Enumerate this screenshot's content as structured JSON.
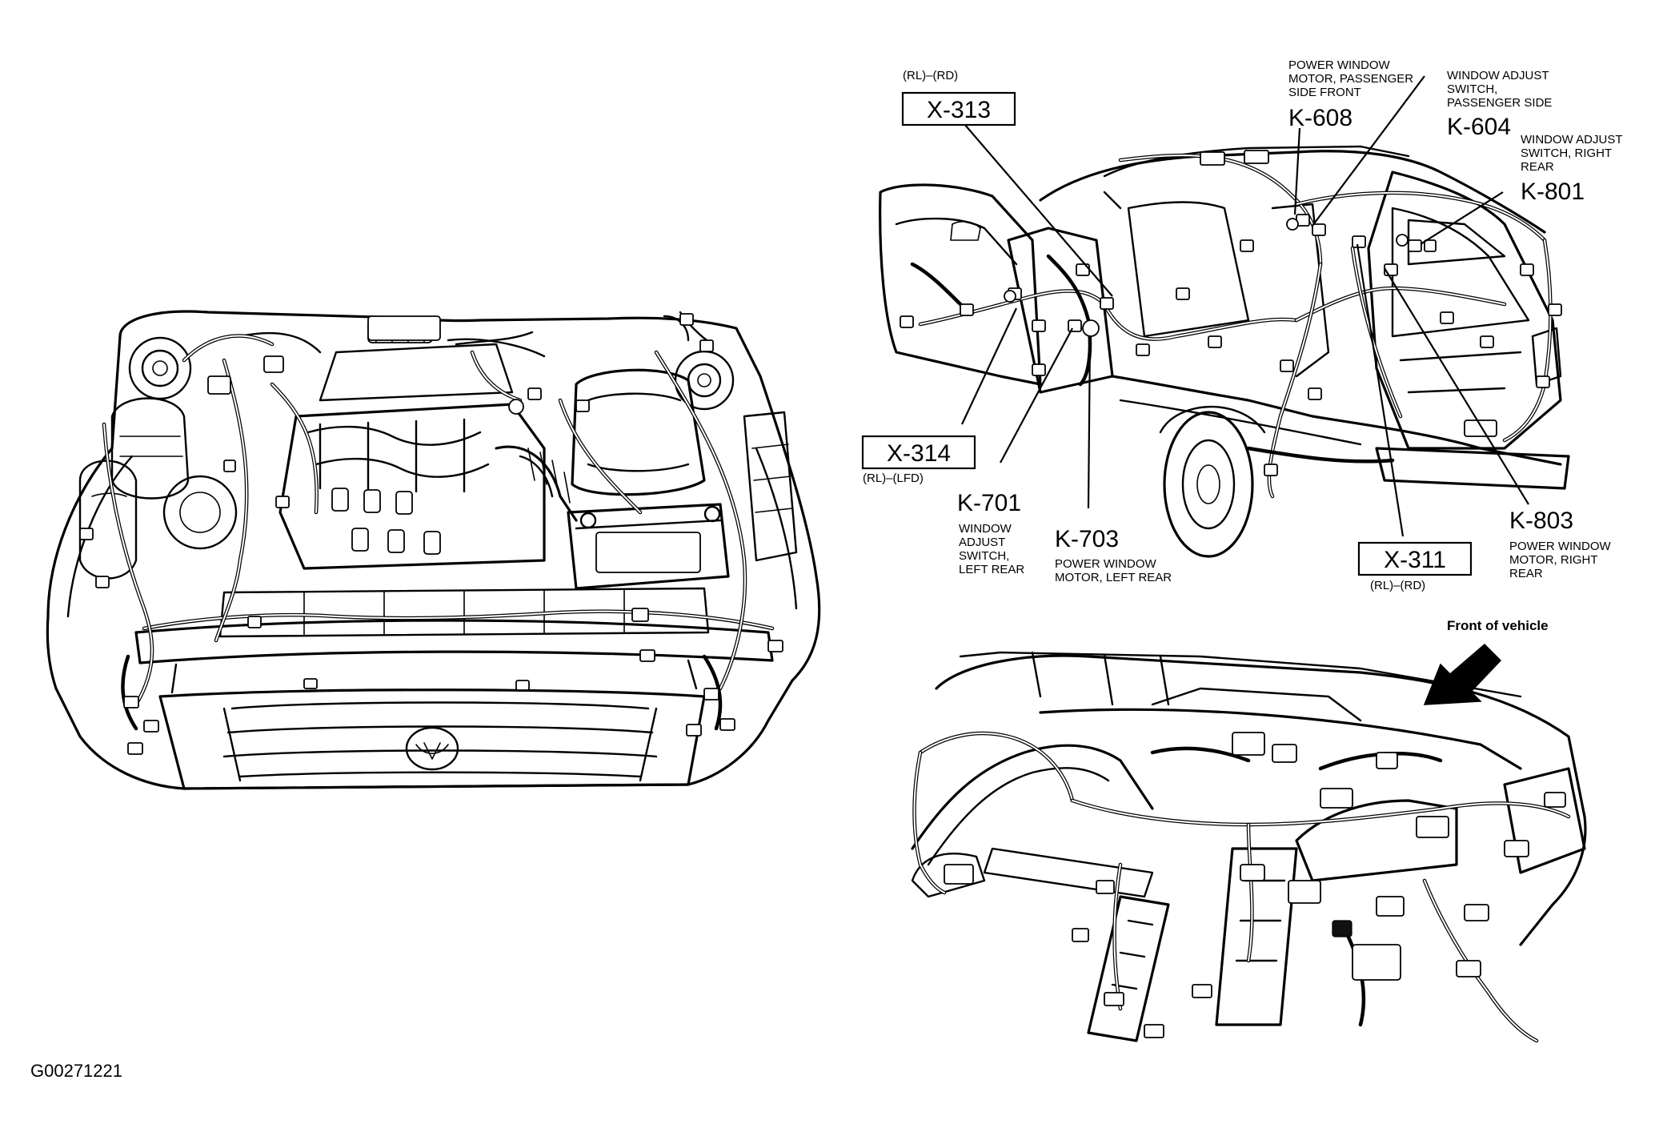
{
  "figure_id": "G00271221",
  "front_label": "Front of vehicle",
  "connectors": {
    "x313": {
      "id": "X-313",
      "code": "(RL)–(RD)"
    },
    "x314": {
      "id": "X-314",
      "code": "(RL)–(LFD)"
    },
    "x311": {
      "id": "X-311",
      "code": "(RL)–(RD)"
    }
  },
  "components": {
    "k608": {
      "id": "K-608",
      "desc": [
        "POWER WINDOW",
        "MOTOR, PASSENGER",
        "SIDE FRONT"
      ]
    },
    "k604": {
      "id": "K-604",
      "desc": [
        "WINDOW ADJUST",
        "SWITCH,",
        "PASSENGER SIDE"
      ]
    },
    "k801": {
      "id": "K-801",
      "desc": [
        "WINDOW ADJUST",
        "SWITCH, RIGHT",
        "REAR"
      ]
    },
    "k701": {
      "id": "K-701",
      "desc": [
        "WINDOW",
        "ADJUST",
        "SWITCH,",
        "LEFT REAR"
      ]
    },
    "k703": {
      "id": "K-703",
      "desc": [
        "POWER WINDOW",
        "MOTOR, LEFT REAR"
      ]
    },
    "k803": {
      "id": "K-803",
      "desc": [
        "POWER WINDOW",
        "MOTOR, RIGHT",
        "REAR"
      ]
    }
  },
  "icons": [
    "front-of-vehicle-arrow-icon"
  ]
}
